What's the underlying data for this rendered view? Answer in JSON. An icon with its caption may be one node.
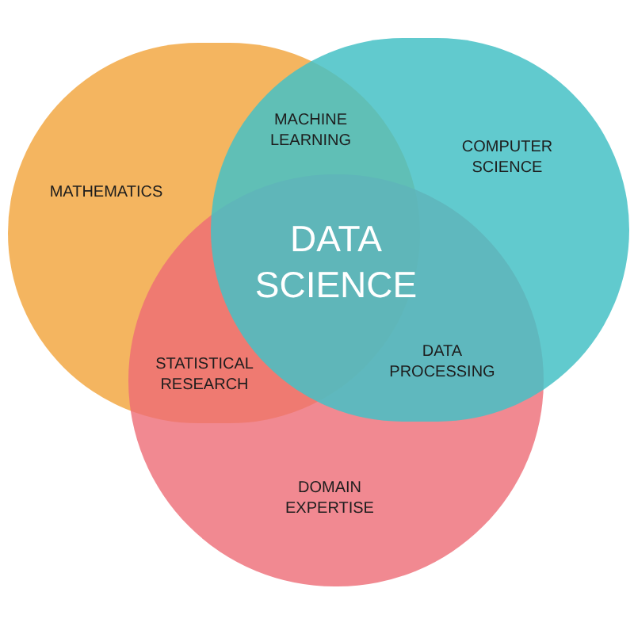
{
  "diagram": {
    "nodes": [
      {
        "text": [
          "MATHEMATICS"
        ]
      },
      {
        "text": [
          "COMPUTER SCIENCE"
        ]
      },
      {
        "text": [
          "DOMAIN EXPERTISE"
        ]
      }
    ],
    "labels": [
      "MACHINE LEARNING",
      "DATA SCIENCE",
      "STATISTICAL RESEARCH",
      "DATA PROCESSING"
    ]
  }
}
